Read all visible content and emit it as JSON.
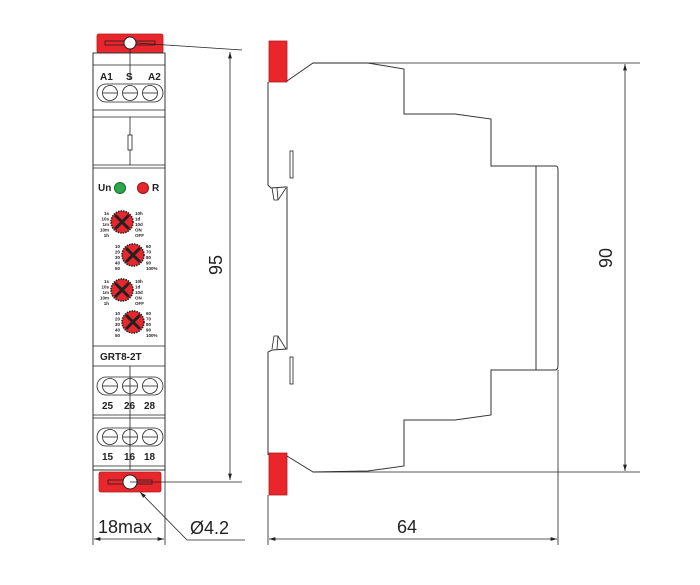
{
  "front_view": {
    "top_terminals": [
      "A1",
      "S",
      "A2"
    ],
    "leds": [
      {
        "label": "Un",
        "color": "#2aa84a"
      },
      {
        "label": "R",
        "color": "#e8262b"
      }
    ],
    "dials": [
      {
        "labels": [
          "1s",
          "10s",
          "1m",
          "10m",
          "1h",
          "10h",
          "1d",
          "10d",
          "ON",
          "OFF"
        ]
      },
      {
        "labels": [
          "10",
          "20",
          "30",
          "40",
          "50",
          "60",
          "70",
          "80",
          "90",
          "100%"
        ]
      },
      {
        "labels": [
          "1s",
          "10s",
          "1m",
          "10m",
          "1h",
          "10h",
          "1d",
          "10d",
          "ON",
          "OFF"
        ]
      },
      {
        "labels": [
          "10",
          "20",
          "30",
          "40",
          "50",
          "60",
          "70",
          "80",
          "90",
          "100%"
        ]
      }
    ],
    "model": "GRT8-2T",
    "middle_terminals": [
      "25",
      "26",
      "28"
    ],
    "bottom_terminals": [
      "15",
      "16",
      "18"
    ]
  },
  "dimensions": {
    "front_height": "95",
    "width": "18max",
    "hole_diameter": "Ø4.2",
    "side_height": "90",
    "depth": "64"
  },
  "colors": {
    "clip": "#e8262b",
    "dial": "#e8262b"
  }
}
